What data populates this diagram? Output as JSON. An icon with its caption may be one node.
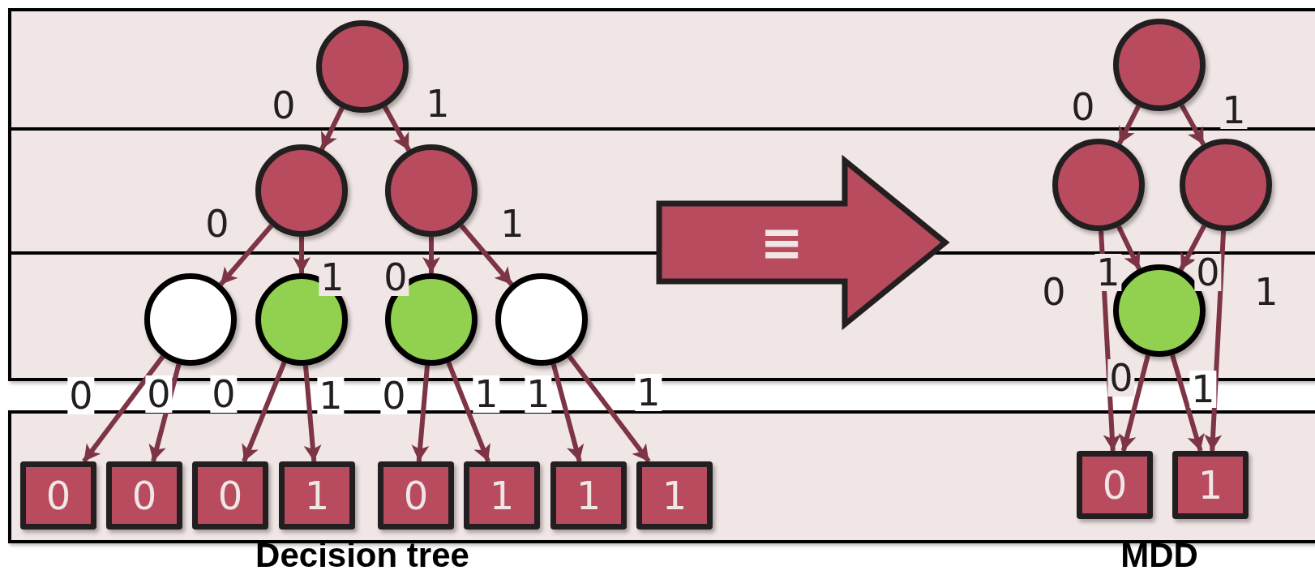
{
  "diagram": {
    "nodes": [
      {
        "text": [],
        "shape": "circle"
      },
      {
        "text": [],
        "shape": "circle"
      },
      {
        "text": [],
        "shape": "circle"
      },
      {
        "text": [],
        "shape": "circle"
      },
      {
        "text": [],
        "shape": "circle"
      },
      {
        "text": [],
        "shape": "circle"
      },
      {
        "text": [],
        "shape": "circle"
      },
      {
        "text": [
          "0"
        ]
      },
      {
        "text": [
          "0"
        ]
      },
      {
        "text": [
          "0"
        ]
      },
      {
        "text": [
          "1"
        ]
      },
      {
        "text": [
          "0"
        ]
      },
      {
        "text": [
          "1"
        ]
      },
      {
        "text": [
          "1"
        ]
      },
      {
        "text": [
          "1"
        ]
      },
      {
        "text": [
          "≡"
        ]
      },
      {
        "text": [],
        "shape": "circle"
      },
      {
        "text": [],
        "shape": "circle"
      },
      {
        "text": [],
        "shape": "circle"
      },
      {
        "text": [],
        "shape": "circle"
      },
      {
        "text": [
          "0"
        ]
      },
      {
        "text": [
          "1"
        ]
      }
    ],
    "edges": [
      {
        "from": 0,
        "to": 1,
        "arrow": "to",
        "label": "0"
      },
      {
        "from": 0,
        "to": 2,
        "arrow": "to",
        "label": "1"
      },
      {
        "from": 1,
        "to": 3,
        "arrow": "to",
        "label": "0"
      },
      {
        "from": 1,
        "to": 4,
        "arrow": "to",
        "label": "1"
      },
      {
        "from": 2,
        "to": 5,
        "arrow": "to",
        "label": "0"
      },
      {
        "from": 2,
        "to": 6,
        "arrow": "to",
        "label": "1"
      },
      {
        "from": 3,
        "to": 7,
        "arrow": "to",
        "label": "0"
      },
      {
        "from": 3,
        "to": 8,
        "arrow": "to",
        "label": "0"
      },
      {
        "from": 4,
        "to": 9,
        "arrow": "to",
        "label": "0"
      },
      {
        "from": 4,
        "to": 10,
        "arrow": "to",
        "label": "1"
      },
      {
        "from": 5,
        "to": 11,
        "arrow": "to",
        "label": "0"
      },
      {
        "from": 5,
        "to": 12,
        "arrow": "to",
        "label": "1"
      },
      {
        "from": 6,
        "to": 13,
        "arrow": "to",
        "label": "1"
      },
      {
        "from": 6,
        "to": 14,
        "arrow": "to",
        "label": "1"
      },
      {
        "from": 16,
        "to": 17,
        "arrow": "to",
        "label": "0"
      },
      {
        "from": 16,
        "to": 18,
        "arrow": "to",
        "label": "1"
      },
      {
        "from": 17,
        "to": 19,
        "arrow": "to",
        "label": "1"
      },
      {
        "from": 18,
        "to": 19,
        "arrow": "to",
        "label": "0"
      },
      {
        "from": 17,
        "to": 20,
        "arrow": "to",
        "label": "0"
      },
      {
        "from": 18,
        "to": 21,
        "arrow": "to",
        "label": "1"
      },
      {
        "from": 19,
        "to": 20,
        "arrow": "to",
        "label": "0"
      },
      {
        "from": 19,
        "to": 21,
        "arrow": "to",
        "label": "1"
      }
    ],
    "labels": [
      "Decision tree",
      "MDD"
    ]
  }
}
